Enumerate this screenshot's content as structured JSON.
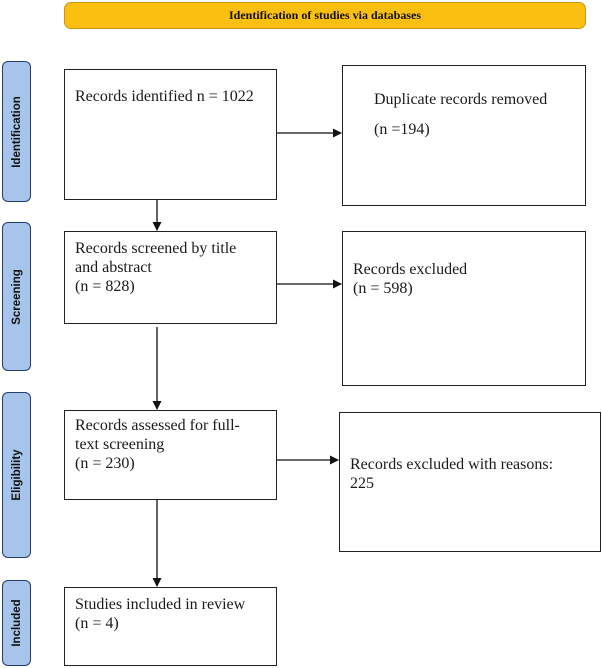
{
  "header": {
    "title": "Identification of studies via databases"
  },
  "phases": {
    "identification": "Identification",
    "screening": "Screening",
    "eligibility": "Eligibility",
    "included": "Included"
  },
  "boxes": {
    "records_identified": {
      "line1": "Records identified n = 1022"
    },
    "duplicates_removed": {
      "line1": "Duplicate records removed",
      "line2": "(n =194)"
    },
    "records_screened": {
      "line1": "Records screened by title",
      "line2": "and abstract",
      "line3": "(n = 828)"
    },
    "records_excluded": {
      "line1": "Records excluded",
      "line2": "(n = 598)"
    },
    "records_assessed": {
      "line1": "Records assessed for full-",
      "line2": "text screening",
      "line3": "(n = 230)"
    },
    "excluded_with_reasons": {
      "line1": "Records excluded with reasons:",
      "line2": "225"
    },
    "studies_included": {
      "line1": "Studies included in review",
      "line2": "(n = 4)"
    }
  }
}
